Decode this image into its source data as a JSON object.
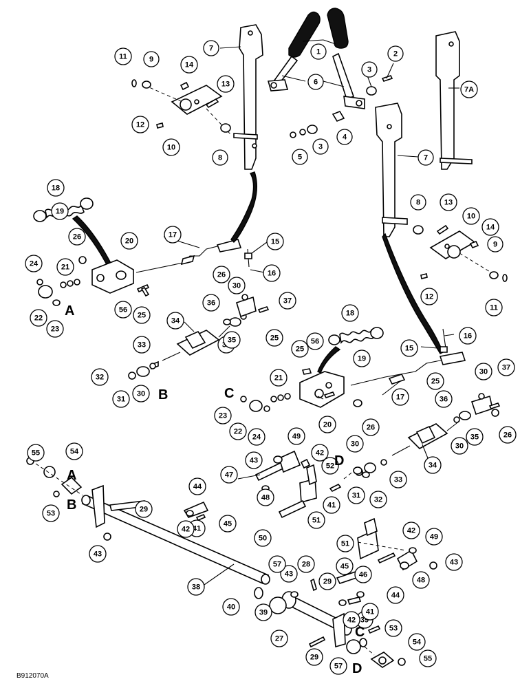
{
  "figure_id": "B912070A",
  "callouts": [
    {
      "id": "c1",
      "label": "1"
    },
    {
      "id": "c2",
      "label": "2"
    },
    {
      "id": "c3a",
      "label": "3"
    },
    {
      "id": "c3b",
      "label": "3"
    },
    {
      "id": "c4",
      "label": "4"
    },
    {
      "id": "c5",
      "label": "5"
    },
    {
      "id": "c6",
      "label": "6"
    },
    {
      "id": "c7a",
      "label": "7"
    },
    {
      "id": "c7b",
      "label": "7"
    },
    {
      "id": "c7A",
      "label": "7A"
    },
    {
      "id": "c8a",
      "label": "8"
    },
    {
      "id": "c8b",
      "label": "8"
    },
    {
      "id": "c9a",
      "label": "9"
    },
    {
      "id": "c9b",
      "label": "9"
    },
    {
      "id": "c10a",
      "label": "10"
    },
    {
      "id": "c10b",
      "label": "10"
    },
    {
      "id": "c11a",
      "label": "11"
    },
    {
      "id": "c11b",
      "label": "11"
    },
    {
      "id": "c12a",
      "label": "12"
    },
    {
      "id": "c12b",
      "label": "12"
    },
    {
      "id": "c13a",
      "label": "13"
    },
    {
      "id": "c13b",
      "label": "13"
    },
    {
      "id": "c14a",
      "label": "14"
    },
    {
      "id": "c14b",
      "label": "14"
    },
    {
      "id": "c15a",
      "label": "15"
    },
    {
      "id": "c15b",
      "label": "15"
    },
    {
      "id": "c16a",
      "label": "16"
    },
    {
      "id": "c16b",
      "label": "16"
    },
    {
      "id": "c17a",
      "label": "17"
    },
    {
      "id": "c17b",
      "label": "17"
    },
    {
      "id": "c18a",
      "label": "18"
    },
    {
      "id": "c18b",
      "label": "18"
    },
    {
      "id": "c19a",
      "label": "19"
    },
    {
      "id": "c19b",
      "label": "19"
    },
    {
      "id": "c20a",
      "label": "20"
    },
    {
      "id": "c20b",
      "label": "20"
    },
    {
      "id": "c21a",
      "label": "21"
    },
    {
      "id": "c21b",
      "label": "21"
    },
    {
      "id": "c22a",
      "label": "22"
    },
    {
      "id": "c22b",
      "label": "22"
    },
    {
      "id": "c23a",
      "label": "23"
    },
    {
      "id": "c23b",
      "label": "23"
    },
    {
      "id": "c24a",
      "label": "24"
    },
    {
      "id": "c24b",
      "label": "24"
    },
    {
      "id": "c25a",
      "label": "25"
    },
    {
      "id": "c25b",
      "label": "25"
    },
    {
      "id": "c25c",
      "label": "25"
    },
    {
      "id": "c25d",
      "label": "25"
    },
    {
      "id": "c26a",
      "label": "26"
    },
    {
      "id": "c26b",
      "label": "26"
    },
    {
      "id": "c26c",
      "label": "26"
    },
    {
      "id": "c26d",
      "label": "26"
    },
    {
      "id": "c27",
      "label": "27"
    },
    {
      "id": "c28",
      "label": "28"
    },
    {
      "id": "c29a",
      "label": "29"
    },
    {
      "id": "c29b",
      "label": "29"
    },
    {
      "id": "c29c",
      "label": "29"
    },
    {
      "id": "c30a",
      "label": "30"
    },
    {
      "id": "c30b",
      "label": "30"
    },
    {
      "id": "c30c",
      "label": "30"
    },
    {
      "id": "c30d",
      "label": "30"
    },
    {
      "id": "c30e",
      "label": "30"
    },
    {
      "id": "c30f",
      "label": "30"
    },
    {
      "id": "c31a",
      "label": "31"
    },
    {
      "id": "c31b",
      "label": "31"
    },
    {
      "id": "c32a",
      "label": "32"
    },
    {
      "id": "c32b",
      "label": "32"
    },
    {
      "id": "c33a",
      "label": "33"
    },
    {
      "id": "c33b",
      "label": "33"
    },
    {
      "id": "c34a",
      "label": "34"
    },
    {
      "id": "c34b",
      "label": "34"
    },
    {
      "id": "c35a",
      "label": "35"
    },
    {
      "id": "c35b",
      "label": "35"
    },
    {
      "id": "c36a",
      "label": "36"
    },
    {
      "id": "c36b",
      "label": "36"
    },
    {
      "id": "c37a",
      "label": "37"
    },
    {
      "id": "c37b",
      "label": "37"
    },
    {
      "id": "c38",
      "label": "38"
    },
    {
      "id": "c39a",
      "label": "39"
    },
    {
      "id": "c39b",
      "label": "39"
    },
    {
      "id": "c40",
      "label": "40"
    },
    {
      "id": "c41a",
      "label": "41"
    },
    {
      "id": "c41b",
      "label": "41"
    },
    {
      "id": "c41c",
      "label": "41"
    },
    {
      "id": "c42a",
      "label": "42"
    },
    {
      "id": "c42b",
      "label": "42"
    },
    {
      "id": "c42c",
      "label": "42"
    },
    {
      "id": "c42d",
      "label": "42"
    },
    {
      "id": "c43a",
      "label": "43"
    },
    {
      "id": "c43b",
      "label": "43"
    },
    {
      "id": "c43c",
      "label": "43"
    },
    {
      "id": "c43d",
      "label": "43"
    },
    {
      "id": "c44a",
      "label": "44"
    },
    {
      "id": "c44b",
      "label": "44"
    },
    {
      "id": "c45a",
      "label": "45"
    },
    {
      "id": "c45b",
      "label": "45"
    },
    {
      "id": "c46",
      "label": "46"
    },
    {
      "id": "c47",
      "label": "47"
    },
    {
      "id": "c48a",
      "label": "48"
    },
    {
      "id": "c48b",
      "label": "48"
    },
    {
      "id": "c49a",
      "label": "49"
    },
    {
      "id": "c49b",
      "label": "49"
    },
    {
      "id": "c50",
      "label": "50"
    },
    {
      "id": "c51a",
      "label": "51"
    },
    {
      "id": "c51b",
      "label": "51"
    },
    {
      "id": "c52",
      "label": "52"
    },
    {
      "id": "c53a",
      "label": "53"
    },
    {
      "id": "c53b",
      "label": "53"
    },
    {
      "id": "c54a",
      "label": "54"
    },
    {
      "id": "c54b",
      "label": "54"
    },
    {
      "id": "c55a",
      "label": "55"
    },
    {
      "id": "c55b",
      "label": "55"
    },
    {
      "id": "c56a",
      "label": "56"
    },
    {
      "id": "c56b",
      "label": "56"
    },
    {
      "id": "c57a",
      "label": "57"
    },
    {
      "id": "c57b",
      "label": "57"
    }
  ],
  "letters": [
    {
      "id": "lA1",
      "label": "A"
    },
    {
      "id": "lB1",
      "label": "B"
    },
    {
      "id": "lC1",
      "label": "C"
    },
    {
      "id": "lD1",
      "label": "D"
    },
    {
      "id": "lA2",
      "label": "A"
    },
    {
      "id": "lB2",
      "label": "B"
    },
    {
      "id": "lC2",
      "label": "C"
    },
    {
      "id": "lD2",
      "label": "D"
    }
  ]
}
